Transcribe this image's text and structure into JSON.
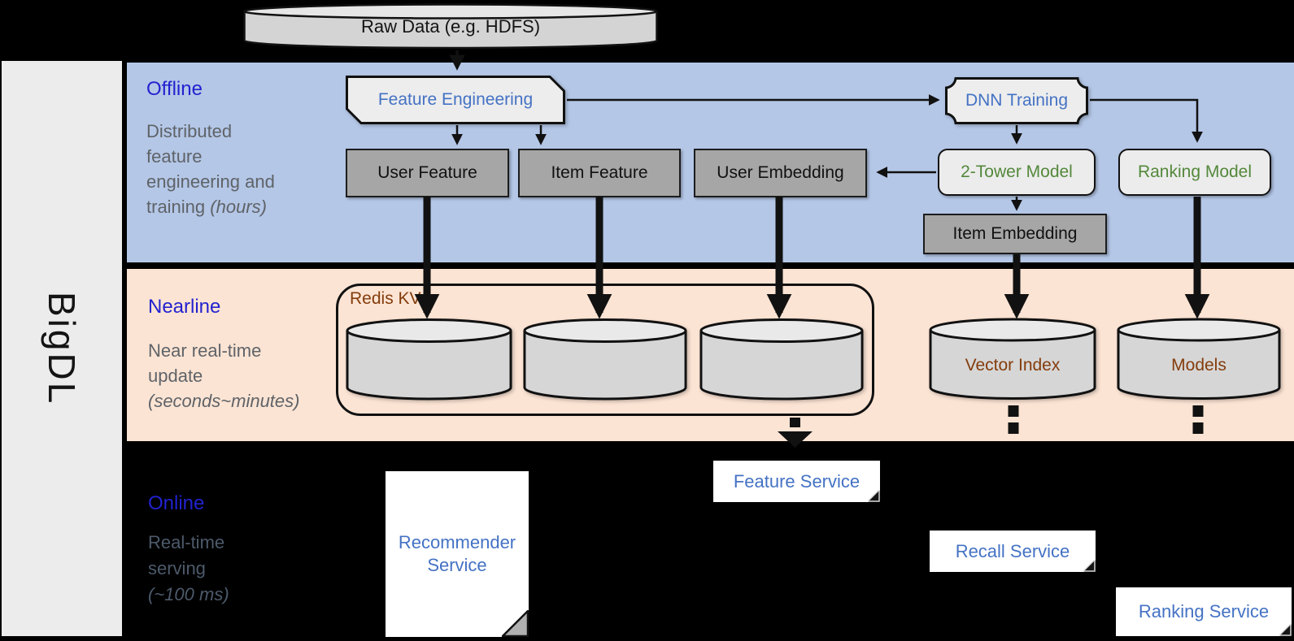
{
  "brand": {
    "label": "BigDL"
  },
  "raw_data": {
    "label": "Raw Data (e.g. HDFS)"
  },
  "sections": {
    "offline": {
      "title": "Offline",
      "desc_line1": "Distributed",
      "desc_line2": "feature",
      "desc_line3": "engineering and",
      "desc_line4": "training ",
      "desc_line4_italic": "(hours)"
    },
    "nearline": {
      "title": "Nearline",
      "desc_line1": "Near real-time",
      "desc_line2": "update",
      "desc_line3_italic": "(seconds~minutes)"
    },
    "online": {
      "title": "Online",
      "desc_line1": "Real-time",
      "desc_line2": "serving",
      "desc_line3_italic": "(~100 ms)"
    }
  },
  "offline_nodes": {
    "feature_engineering": "Feature Engineering",
    "dnn_training": "DNN Training",
    "user_feature": "User Feature",
    "item_feature": "Item Feature",
    "user_embedding": "User Embedding",
    "two_tower_model": "2-Tower Model",
    "ranking_model": "Ranking Model",
    "item_embedding": "Item Embedding"
  },
  "nearline_nodes": {
    "redis_kv": "Redis KV",
    "vector_index": "Vector Index",
    "models": "Models"
  },
  "online_services": {
    "recommender_line1": "Recommender",
    "recommender_line2": "Service",
    "feature": "Feature Service",
    "recall": "Recall Service",
    "ranking": "Ranking Service"
  },
  "colors": {
    "offline_bg": "#b4c7e7",
    "nearline_bg": "#fce4d4",
    "online_bg": "#000000",
    "sidebar_bg": "#ececec",
    "section_title_blue": "#2222cf",
    "muted_text": "#5f6368",
    "online_muted_text": "#4d5a6b",
    "node_blue_text": "#4472c4",
    "node_green_text": "#53883a",
    "node_brown_text": "#843c0c",
    "dark_box_fill": "#a6a6a6",
    "light_box_fill": "#ededed",
    "cylinder_fill": "#d6d6d6"
  }
}
